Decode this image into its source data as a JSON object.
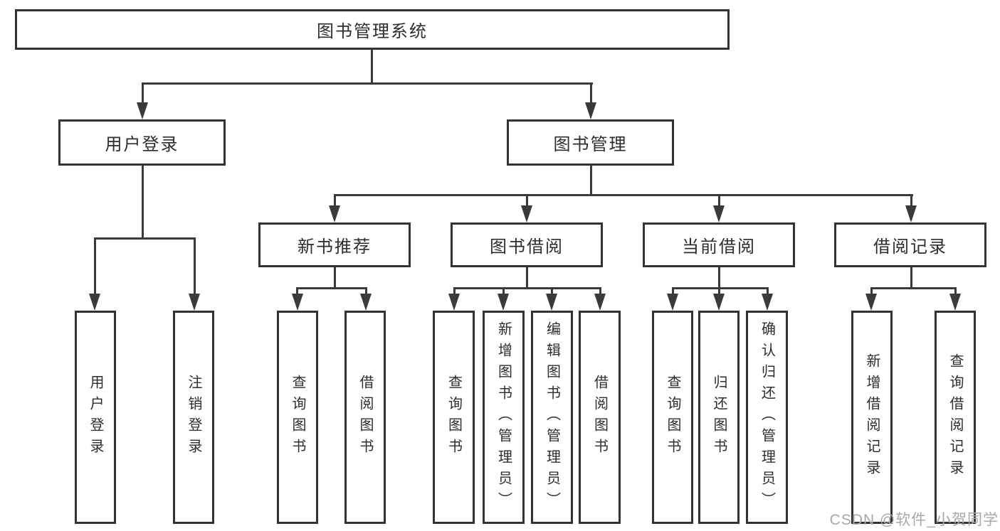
{
  "diagram": {
    "root": {
      "label": "图书管理系统"
    },
    "branches": [
      {
        "label": "用户登录",
        "children": [
          {
            "label": "用户登录"
          },
          {
            "label": "注销登录"
          }
        ]
      },
      {
        "label": "图书管理",
        "children": [
          {
            "label": "新书推荐",
            "children": [
              {
                "label": "查询图书"
              },
              {
                "label": "借阅图书"
              }
            ]
          },
          {
            "label": "图书借阅",
            "children": [
              {
                "label": "查询图书"
              },
              {
                "label": "新增图书（管理员）"
              },
              {
                "label": "编辑图书（管理员）"
              },
              {
                "label": "借阅图书"
              }
            ]
          },
          {
            "label": "当前借阅",
            "children": [
              {
                "label": "查询图书"
              },
              {
                "label": "归还图书"
              },
              {
                "label": "确认归还（管理员）"
              }
            ]
          },
          {
            "label": "借阅记录",
            "children": [
              {
                "label": "新增借阅记录"
              },
              {
                "label": "查询借阅记录"
              }
            ]
          }
        ]
      }
    ]
  },
  "watermark": {
    "text": "CSDN @软件_小贺同学"
  },
  "colors": {
    "line": "#3a3a3a",
    "border": "#333333",
    "text": "#2d2d2d",
    "watermark": "#a8a8a8",
    "background": "#ffffff"
  }
}
